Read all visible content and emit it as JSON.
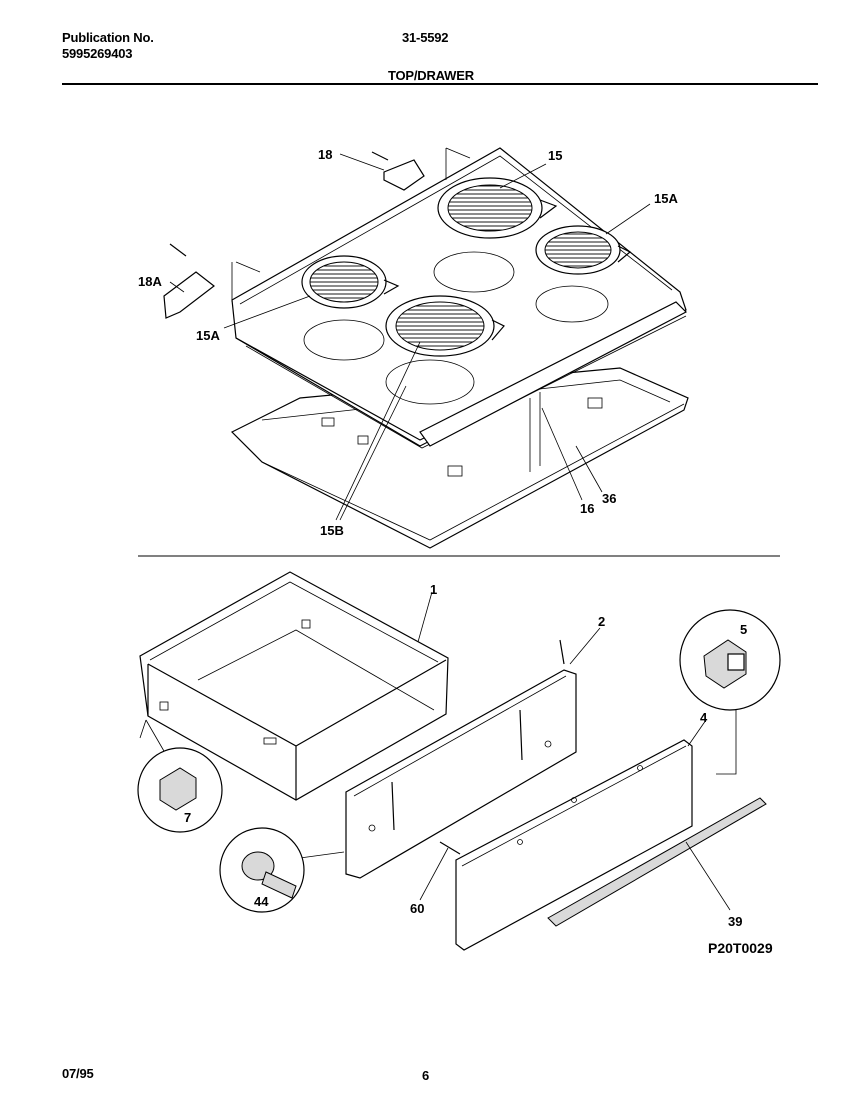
{
  "header": {
    "publication_label": "Publication No.",
    "publication_number": "5995269403",
    "model": "31-5592",
    "section_title": "TOP/DRAWER"
  },
  "figure_code": "P20T0029",
  "callouts": {
    "top": [
      "18",
      "15",
      "15A",
      "18A",
      "15A",
      "15B",
      "16",
      "36"
    ],
    "bottom": [
      "1",
      "2",
      "5",
      "4",
      "7",
      "44",
      "60",
      "39"
    ]
  },
  "footer": {
    "date": "07/95",
    "page": "6"
  }
}
